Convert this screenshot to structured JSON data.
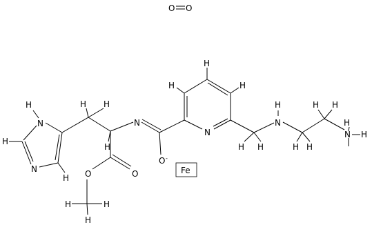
{
  "diagram": {
    "type": "chemical-structure",
    "atom_labels": {
      "o_top_left": "O",
      "o_top_right": "O",
      "h_imidazole_nh": "H",
      "n_imidazole_nh": "N",
      "h_imidazole_c2": "H",
      "n_imidazole": "N",
      "h_imidazole_c5": "H",
      "h_ch2_a": "H",
      "h_ch2_b": "H",
      "h_alpha": "H",
      "n_imine": "N",
      "o_ester_carbonyl": "O",
      "o_ester": "O",
      "h_methyl_a": "H",
      "h_methyl_b": "H",
      "h_methyl_c": "H",
      "o_anion": "O",
      "o_anion_charge": "-",
      "h_pyr_3": "H",
      "h_pyr_4": "H",
      "h_pyr_5": "H",
      "n_pyridine": "N",
      "h_ch2_pyr_a": "H",
      "h_ch2_pyr_b": "H",
      "h_amine_nh": "H",
      "n_amine": "N",
      "h_ch2_c_a": "H",
      "h_ch2_c_b": "H",
      "h_ch2_d_a": "H",
      "h_ch2_d_b": "H",
      "h_nh2_a": "H",
      "h_nh2_b": "H",
      "n_terminal": "N",
      "fe": "Fe"
    }
  }
}
